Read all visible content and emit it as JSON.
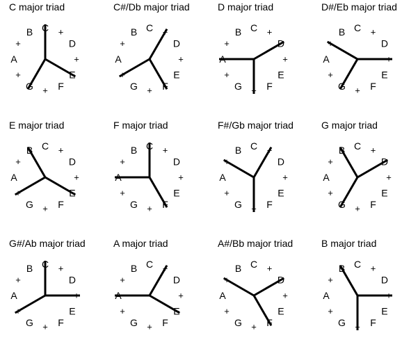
{
  "note_labels": [
    "C",
    "+",
    "D",
    "+",
    "E",
    "F",
    "+",
    "G",
    "+",
    "A",
    "+",
    "B"
  ],
  "colors": {
    "line": "#000000",
    "text": "#000000",
    "background": "#ffffff"
  },
  "triads": [
    {
      "title": "C major triad",
      "notes": [
        0,
        4,
        7
      ]
    },
    {
      "title": "C#/Db major triad",
      "notes": [
        1,
        5,
        8
      ]
    },
    {
      "title": "D major triad",
      "notes": [
        2,
        6,
        9
      ]
    },
    {
      "title": "D#/Eb major triad",
      "notes": [
        3,
        7,
        10
      ]
    },
    {
      "title": "E major triad",
      "notes": [
        4,
        8,
        11
      ]
    },
    {
      "title": "F major triad",
      "notes": [
        5,
        9,
        0
      ]
    },
    {
      "title": "F#/Gb major triad",
      "notes": [
        6,
        10,
        1
      ]
    },
    {
      "title": "G major triad",
      "notes": [
        7,
        11,
        2
      ]
    },
    {
      "title": "G#/Ab major triad",
      "notes": [
        8,
        0,
        3
      ]
    },
    {
      "title": "A major triad",
      "notes": [
        9,
        1,
        4
      ]
    },
    {
      "title": "A#/Bb major triad",
      "notes": [
        10,
        2,
        5
      ]
    },
    {
      "title": "B major triad",
      "notes": [
        11,
        3,
        6
      ]
    }
  ]
}
